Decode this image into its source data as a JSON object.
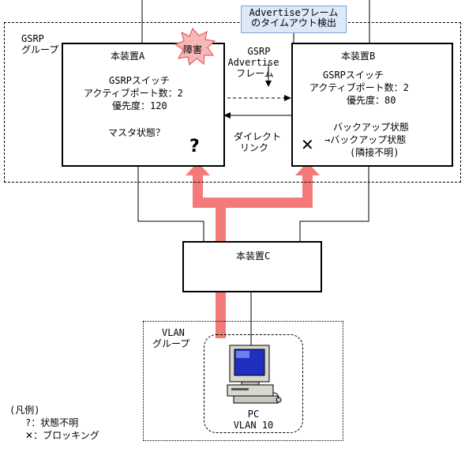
{
  "gsrp_group": {
    "line1": "GSRP",
    "line2": "グループ"
  },
  "vlan_group": {
    "line1": "VLAN",
    "line2": "グループ"
  },
  "device_a": {
    "title": "本装置A",
    "line1": "GSRPスイッチ",
    "line2": "アクティブポート数：2",
    "line3": "優先度：120",
    "state": "マスタ状態？",
    "mark": "?"
  },
  "device_b": {
    "title": "本装置B",
    "line1": "GSRPスイッチ",
    "line2": "アクティブポート数：2",
    "line3": "優先度：80",
    "state1": "バックアップ状態",
    "state2": "→バックアップ状態",
    "state3": "(隣接不明)",
    "mark": "✕"
  },
  "device_c": {
    "title": "本装置C"
  },
  "fault_label": "障害",
  "advertise_label": {
    "line1": "GSRP",
    "line2": "Advertise",
    "line3": "フレーム"
  },
  "direct_link_label": {
    "line1": "ダイレクト",
    "line2": "リンク"
  },
  "timeout_callout": {
    "line1": "Advertiseフレーム",
    "line2": "のタイムアウト検出"
  },
  "pc": {
    "line1": "PC",
    "line2": "VLAN 10"
  },
  "legend": {
    "title": "(凡例)",
    "item1": "?：状態不明",
    "item2_mark": "✕",
    "item2": "：ブロッキング"
  },
  "colors": {
    "traffic_arrow": "#f47a7a",
    "callout_bg": "#dce9f7",
    "fault_burst": "#f7b7b7"
  }
}
